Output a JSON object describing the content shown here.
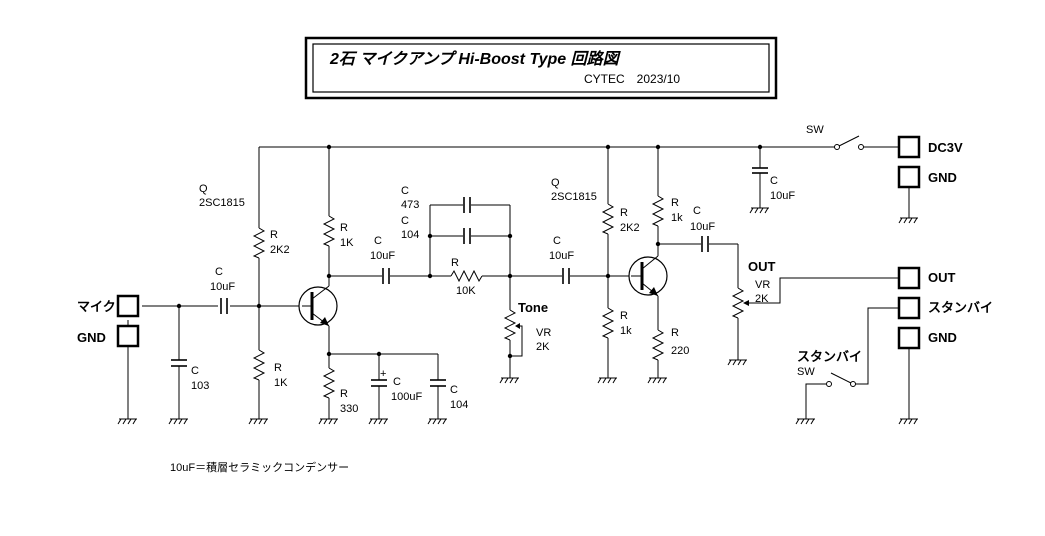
{
  "title": {
    "main": "2石 マイクアンプ Hi-Boost Type 回路図",
    "credit": "CYTEC　2023/10"
  },
  "ports": {
    "mic": "マイク",
    "gnd_in": "GND",
    "dc3v": "DC3V",
    "gnd_pwr": "GND",
    "out": "OUT",
    "standby": "スタンバイ",
    "gnd_out": "GND"
  },
  "components": {
    "q1": {
      "ref": "Q",
      "value": "2SC1815"
    },
    "q2": {
      "ref": "Q",
      "value": "2SC1815"
    },
    "c_in": {
      "ref": "C",
      "value": "10uF"
    },
    "c_103": {
      "ref": "C",
      "value": "103"
    },
    "r_2k2_a": {
      "ref": "R",
      "value": "2K2"
    },
    "r_1k_a": {
      "ref": "R",
      "value": "1K"
    },
    "r_1k_b": {
      "ref": "R",
      "value": "1K"
    },
    "r_330": {
      "ref": "R",
      "value": "330"
    },
    "c_100u": {
      "ref": "C",
      "value": "100uF"
    },
    "c_104_a": {
      "ref": "C",
      "value": "104"
    },
    "c_cpl1": {
      "ref": "C",
      "value": "10uF"
    },
    "c_473": {
      "ref": "C",
      "value": "473"
    },
    "c_104_b": {
      "ref": "C",
      "value": "104"
    },
    "r_10k": {
      "ref": "R",
      "value": "10K"
    },
    "tone_label": "Tone",
    "vr_tone": {
      "ref": "VR",
      "value": "2K"
    },
    "c_cpl2": {
      "ref": "C",
      "value": "10uF"
    },
    "r_2k2_b": {
      "ref": "R",
      "value": "2K2"
    },
    "r_1k_c": {
      "ref": "R",
      "value": "1k"
    },
    "r_1k_d": {
      "ref": "R",
      "value": "1k"
    },
    "r_220": {
      "ref": "R",
      "value": "220"
    },
    "c_out": {
      "ref": "C",
      "value": "10uF"
    },
    "out_label": "OUT",
    "vr_out": {
      "ref": "VR",
      "value": "2K"
    },
    "c_pwr": {
      "ref": "C",
      "value": "10uF"
    },
    "sw_pwr": "SW",
    "sw_standby_title": "スタンバイ",
    "sw_standby": "SW"
  },
  "note": "10uF＝積層セラミックコンデンサー"
}
